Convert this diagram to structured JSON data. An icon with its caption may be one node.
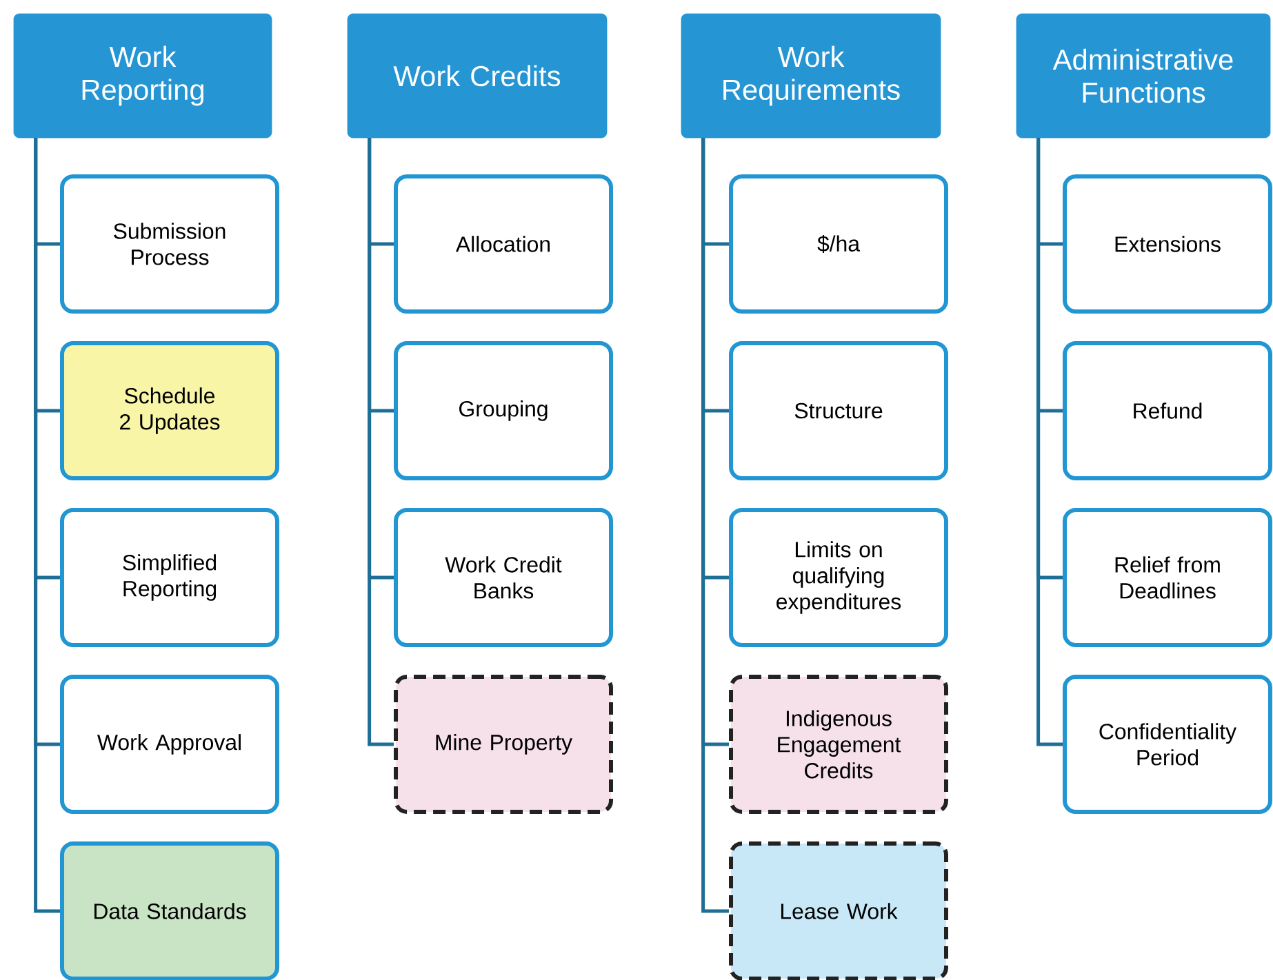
{
  "diagram": {
    "nodes": [
      {
        "text": [
          "Work Reporting"
        ]
      },
      {
        "text": [
          "Submission Process"
        ]
      },
      {
        "text": [
          "Schedule 2 Updates"
        ]
      },
      {
        "text": [
          "Simplified Reporting"
        ]
      },
      {
        "text": [
          "Work Approval"
        ]
      },
      {
        "text": [
          "Data Standards"
        ]
      },
      {
        "text": [
          "Work Credits"
        ]
      },
      {
        "text": [
          "Allocation"
        ]
      },
      {
        "text": [
          "Grouping"
        ]
      },
      {
        "text": [
          "Work Credit Banks"
        ]
      },
      {
        "text": [
          "Mine Property"
        ]
      },
      {
        "text": [
          "Work Requirements"
        ]
      },
      {
        "text": [
          "$/ha"
        ]
      },
      {
        "text": [
          "Structure"
        ]
      },
      {
        "text": [
          "Limits on qualifying expenditures"
        ]
      },
      {
        "text": [
          "Indigenous Engagement Credits"
        ]
      },
      {
        "text": [
          "Lease Work"
        ]
      },
      {
        "text": [
          "Administrative Functions"
        ]
      },
      {
        "text": [
          "Extensions"
        ]
      },
      {
        "text": [
          "Refund"
        ]
      },
      {
        "text": [
          "Relief from Deadlines"
        ]
      },
      {
        "text": [
          "Confidentiality Period"
        ]
      }
    ],
    "edges": [
      {
        "from": 0,
        "to": 1,
        "arrow": "none"
      },
      {
        "from": 0,
        "to": 2,
        "arrow": "none"
      },
      {
        "from": 0,
        "to": 3,
        "arrow": "none"
      },
      {
        "from": 0,
        "to": 4,
        "arrow": "none"
      },
      {
        "from": 0,
        "to": 5,
        "arrow": "none"
      },
      {
        "from": 6,
        "to": 7,
        "arrow": "none"
      },
      {
        "from": 6,
        "to": 8,
        "arrow": "none"
      },
      {
        "from": 6,
        "to": 9,
        "arrow": "none"
      },
      {
        "from": 6,
        "to": 10,
        "arrow": "none"
      },
      {
        "from": 11,
        "to": 12,
        "arrow": "none"
      },
      {
        "from": 11,
        "to": 13,
        "arrow": "none"
      },
      {
        "from": 11,
        "to": 14,
        "arrow": "none"
      },
      {
        "from": 11,
        "to": 15,
        "arrow": "none"
      },
      {
        "from": 11,
        "to": 16,
        "arrow": "none"
      },
      {
        "from": 17,
        "to": 18,
        "arrow": "none"
      },
      {
        "from": 17,
        "to": 19,
        "arrow": "none"
      },
      {
        "from": 17,
        "to": 20,
        "arrow": "none"
      },
      {
        "from": 17,
        "to": 21,
        "arrow": "none"
      }
    ]
  }
}
